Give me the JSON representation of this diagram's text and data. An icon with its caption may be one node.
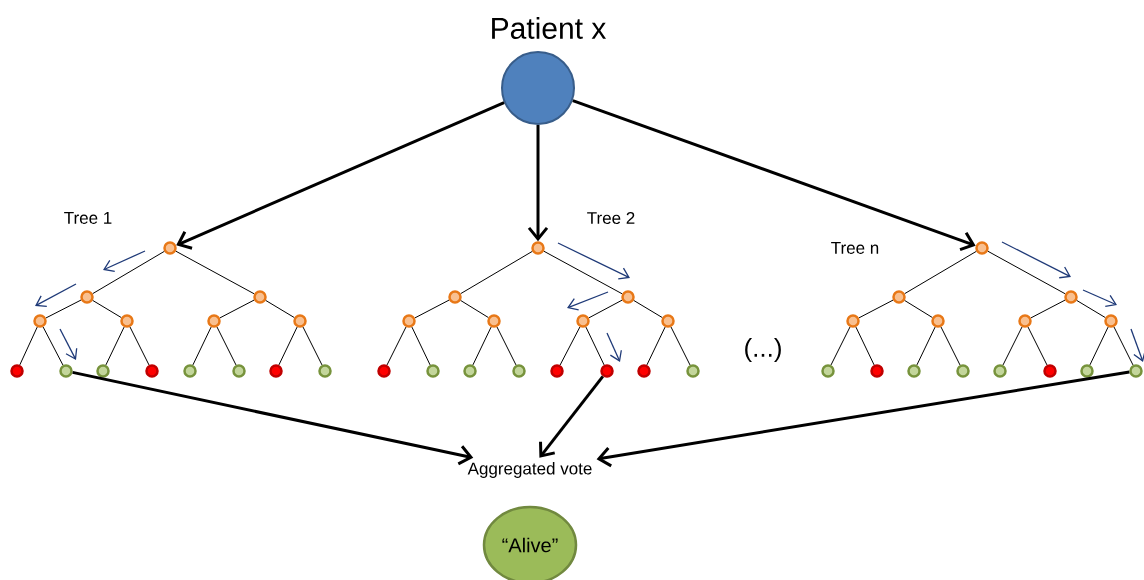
{
  "diagram": {
    "nodes": [
      {
        "text": [
          "Patient x"
        ]
      },
      {
        "text": [],
        "shape": "circle"
      },
      {
        "text": [],
        "shape": "circle"
      },
      {
        "text": [],
        "shape": "circle"
      },
      {
        "text": [],
        "shape": "circle"
      },
      {
        "text": [],
        "shape": "circle"
      },
      {
        "text": [],
        "shape": "circle"
      },
      {
        "text": [],
        "shape": "circle"
      },
      {
        "text": [],
        "shape": "circle"
      },
      {
        "text": [],
        "shape": "circle"
      },
      {
        "text": [],
        "shape": "circle"
      },
      {
        "text": [],
        "shape": "circle"
      },
      {
        "text": [],
        "shape": "circle"
      },
      {
        "text": [],
        "shape": "circle"
      },
      {
        "text": [],
        "shape": "circle"
      },
      {
        "text": [],
        "shape": "circle"
      },
      {
        "text": [],
        "shape": "circle"
      },
      {
        "text": [],
        "shape": "circle"
      },
      {
        "text": [],
        "shape": "circle"
      },
      {
        "text": [],
        "shape": "circle"
      },
      {
        "text": [],
        "shape": "circle"
      },
      {
        "text": [],
        "shape": "circle"
      },
      {
        "text": [],
        "shape": "circle"
      },
      {
        "text": [],
        "shape": "circle"
      },
      {
        "text": [],
        "shape": "circle"
      },
      {
        "text": [],
        "shape": "circle"
      },
      {
        "text": [],
        "shape": "circle"
      },
      {
        "text": [],
        "shape": "circle"
      },
      {
        "text": [],
        "shape": "circle"
      },
      {
        "text": [],
        "shape": "circle"
      },
      {
        "text": [],
        "shape": "circle"
      },
      {
        "text": [],
        "shape": "circle"
      },
      {
        "text": [],
        "shape": "circle"
      },
      {
        "text": [],
        "shape": "circle"
      },
      {
        "text": [],
        "shape": "circle"
      },
      {
        "text": [],
        "shape": "circle"
      },
      {
        "text": [],
        "shape": "circle"
      },
      {
        "text": [],
        "shape": "circle"
      },
      {
        "text": [],
        "shape": "circle"
      },
      {
        "text": [],
        "shape": "circle"
      },
      {
        "text": [],
        "shape": "circle"
      },
      {
        "text": [],
        "shape": "circle"
      },
      {
        "text": [],
        "shape": "circle"
      },
      {
        "text": [],
        "shape": "circle"
      },
      {
        "text": [],
        "shape": "circle"
      },
      {
        "text": [],
        "shape": "circle"
      },
      {
        "text": [
          "Aggregated vote"
        ]
      },
      {
        "text": [
          "“Alive”"
        ]
      }
    ],
    "edges": [
      {
        "from": 0,
        "to": 1,
        "arrow": "to",
        "style": "thick"
      },
      {
        "from": 0,
        "to": 16,
        "arrow": "to",
        "style": "thick"
      },
      {
        "from": 0,
        "to": 31,
        "arrow": "to",
        "style": "thick"
      },
      {
        "from": 1,
        "to": 2,
        "arrow": "none"
      },
      {
        "from": 1,
        "to": 3,
        "arrow": "none"
      },
      {
        "from": 2,
        "to": 4,
        "arrow": "none"
      },
      {
        "from": 2,
        "to": 5,
        "arrow": "none"
      },
      {
        "from": 3,
        "to": 6,
        "arrow": "none"
      },
      {
        "from": 3,
        "to": 7,
        "arrow": "none"
      },
      {
        "from": 4,
        "to": 8,
        "arrow": "none"
      },
      {
        "from": 4,
        "to": 9,
        "arrow": "none"
      },
      {
        "from": 5,
        "to": 10,
        "arrow": "none"
      },
      {
        "from": 5,
        "to": 11,
        "arrow": "none"
      },
      {
        "from": 6,
        "to": 12,
        "arrow": "none"
      },
      {
        "from": 6,
        "to": 13,
        "arrow": "none"
      },
      {
        "from": 7,
        "to": 14,
        "arrow": "none"
      },
      {
        "from": 7,
        "to": 15,
        "arrow": "none"
      },
      {
        "from": 16,
        "to": 17,
        "arrow": "none"
      },
      {
        "from": 16,
        "to": 18,
        "arrow": "none"
      },
      {
        "from": 17,
        "to": 19,
        "arrow": "none"
      },
      {
        "from": 17,
        "to": 20,
        "arrow": "none"
      },
      {
        "from": 18,
        "to": 21,
        "arrow": "none"
      },
      {
        "from": 18,
        "to": 22,
        "arrow": "none"
      },
      {
        "from": 19,
        "to": 23,
        "arrow": "none"
      },
      {
        "from": 19,
        "to": 24,
        "arrow": "none"
      },
      {
        "from": 20,
        "to": 25,
        "arrow": "none"
      },
      {
        "from": 20,
        "to": 26,
        "arrow": "none"
      },
      {
        "from": 21,
        "to": 27,
        "arrow": "none"
      },
      {
        "from": 21,
        "to": 28,
        "arrow": "none"
      },
      {
        "from": 22,
        "to": 29,
        "arrow": "none"
      },
      {
        "from": 22,
        "to": 30,
        "arrow": "none"
      },
      {
        "from": 31,
        "to": 32,
        "arrow": "none"
      },
      {
        "from": 31,
        "to": 33,
        "arrow": "none"
      },
      {
        "from": 32,
        "to": 34,
        "arrow": "none"
      },
      {
        "from": 32,
        "to": 35,
        "arrow": "none"
      },
      {
        "from": 33,
        "to": 36,
        "arrow": "none"
      },
      {
        "from": 33,
        "to": 37,
        "arrow": "none"
      },
      {
        "from": 34,
        "to": 38,
        "arrow": "none"
      },
      {
        "from": 34,
        "to": 39,
        "arrow": "none"
      },
      {
        "from": 35,
        "to": 40,
        "arrow": "none"
      },
      {
        "from": 35,
        "to": 41,
        "arrow": "none"
      },
      {
        "from": 36,
        "to": 42,
        "arrow": "none"
      },
      {
        "from": 36,
        "to": 43,
        "arrow": "none"
      },
      {
        "from": 37,
        "to": 44,
        "arrow": "none"
      },
      {
        "from": 37,
        "to": 45,
        "arrow": "none"
      },
      {
        "from": 9,
        "to": 46,
        "arrow": "to",
        "style": "thick"
      },
      {
        "from": 28,
        "to": 46,
        "arrow": "to",
        "style": "thick"
      },
      {
        "from": 45,
        "to": 46,
        "arrow": "to",
        "style": "thick"
      }
    ],
    "labels": [
      "Tree 1",
      "Tree 2",
      "Tree n",
      "(...)"
    ]
  }
}
